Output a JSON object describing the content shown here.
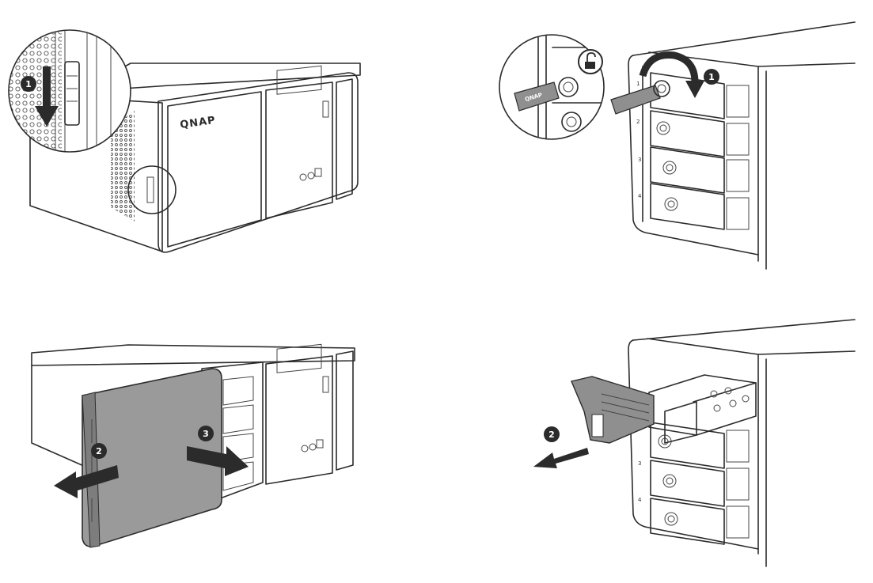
{
  "brand": {
    "logo_text": "QNAP"
  },
  "steps": {
    "panel1": {
      "badge": "1"
    },
    "panel2": {
      "badge": "1"
    },
    "panel3": {
      "badge_a": "2",
      "badge_b": "3"
    },
    "panel4": {
      "badge": "2"
    }
  },
  "slots": [
    "1",
    "2",
    "3",
    "4"
  ],
  "key_text": "QNAP",
  "colors": {
    "line": "#2b2b2b",
    "badge": "#2b2b2b",
    "cover": "#9a9a9a",
    "key": "#8f8f8f"
  },
  "icons": [
    "arrow-down-icon",
    "rotate-arrow-icon",
    "unlock-icon",
    "arrow-left-icon",
    "arrow-right-icon"
  ]
}
